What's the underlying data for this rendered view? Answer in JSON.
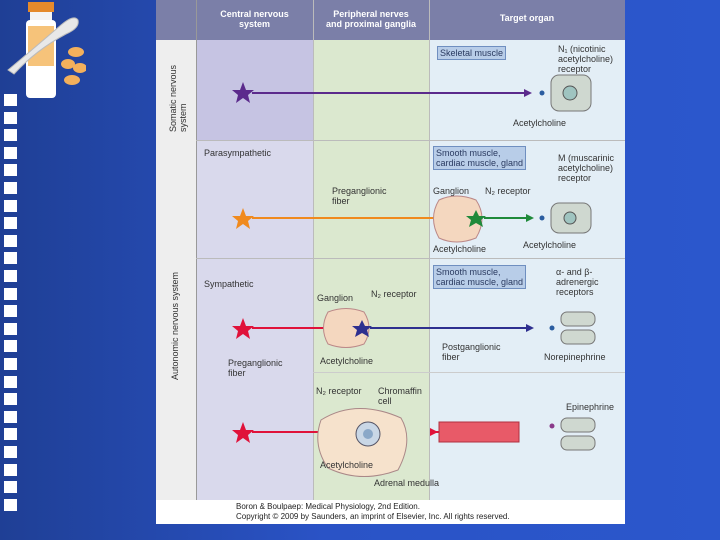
{
  "figure": {
    "headers": {
      "cns": "Central nervous\nsystem",
      "pns": "Peripheral nerves\nand proximal ganglia",
      "target": "Target organ"
    },
    "side_labels": {
      "somatic": "Somatic nervous\nsystem",
      "autonomic": "Autonomic nervous system"
    },
    "rows": {
      "somatic": {
        "box": "Skeletal muscle",
        "receptor": "N₁ (nicotinic\nacetylcholine)\nreceptor",
        "transmitter": "Acetylcholine"
      },
      "parasympathetic": {
        "title": "Parasympathetic",
        "box": "Smooth muscle,\ncardiac muscle, gland",
        "receptor": "M (muscarinic\nacetylcholine)\nreceptor",
        "preganglionic": "Preganglionic\nfiber",
        "ganglion": "Ganglion",
        "n2": "N₂ receptor",
        "ach1": "Acetylcholine",
        "ach2": "Acetylcholine"
      },
      "sympathetic": {
        "title": "Sympathetic",
        "box": "Smooth muscle,\ncardiac muscle, gland",
        "receptor": "α- and β-\nadrenergic\nreceptors",
        "ganglion": "Ganglion",
        "n2": "N₂ receptor",
        "ach": "Acetylcholine",
        "preganglionic": "Preganglionic\nfiber",
        "postganglionic": "Postganglionic\nfiber",
        "ne": "Norepinephrine"
      },
      "adrenal": {
        "n2": "N₂ receptor",
        "chromaffin": "Chromaffin\ncell",
        "ach": "Acetylcholine",
        "medulla": "Adrenal medulla",
        "epi": "Epinephrine"
      }
    },
    "citation": "Boron & Boulpaep: Medical Physiology, 2nd Edition.\nCopyright © 2009 by Saunders, an imprint of Elsevier, Inc. All rights reserved."
  },
  "colors": {
    "slide_bg": "#2a53c6",
    "somatic": "#5b2a8c",
    "parasympathetic": "#f08a1e",
    "sympathetic_pre": "#e0123a",
    "sympathetic_post": "#2e2f8f",
    "header": "#7b7fa8"
  }
}
